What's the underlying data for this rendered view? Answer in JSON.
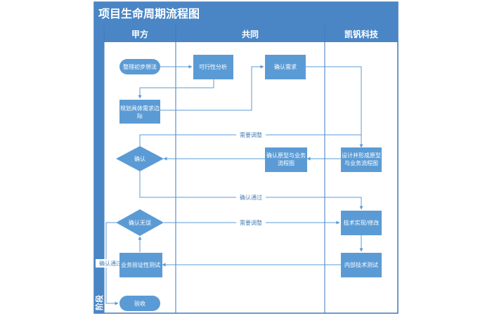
{
  "title": "项目生命周期流程图",
  "stage_label": "阶段",
  "lanes": {
    "party_a": "甲方",
    "shared": "共同",
    "vendor": "凯钒科技"
  },
  "nodes": {
    "organize": "整理初步想法",
    "feasibility": "可行性分析",
    "confirm_req": "确认需求",
    "plan_1": "规划具体需求边",
    "plan_2": "际",
    "confirm_proto_1": "确认原型与业务",
    "confirm_proto_2": "流程图",
    "design_1": "设计并形成原型",
    "design_2": "与业务流程图",
    "confirm": "确认",
    "confirm_ok": "确认无误",
    "tech_impl": "技术实现/修改",
    "biz_test": "业务验证性测试",
    "internal_test": "内部技术测试",
    "accept": "验收"
  },
  "edge_labels": {
    "need_adjust_1": "需要调整",
    "confirm_pass_1": "确认通过",
    "need_adjust_2": "需要调整",
    "confirm_pass_2": "确认通过"
  },
  "colors": {
    "header": "#4a86c5",
    "frame": "#3e79b8",
    "node": "#5b9bd5",
    "line": "#5b9bd5",
    "label": "#4a7fb5"
  }
}
